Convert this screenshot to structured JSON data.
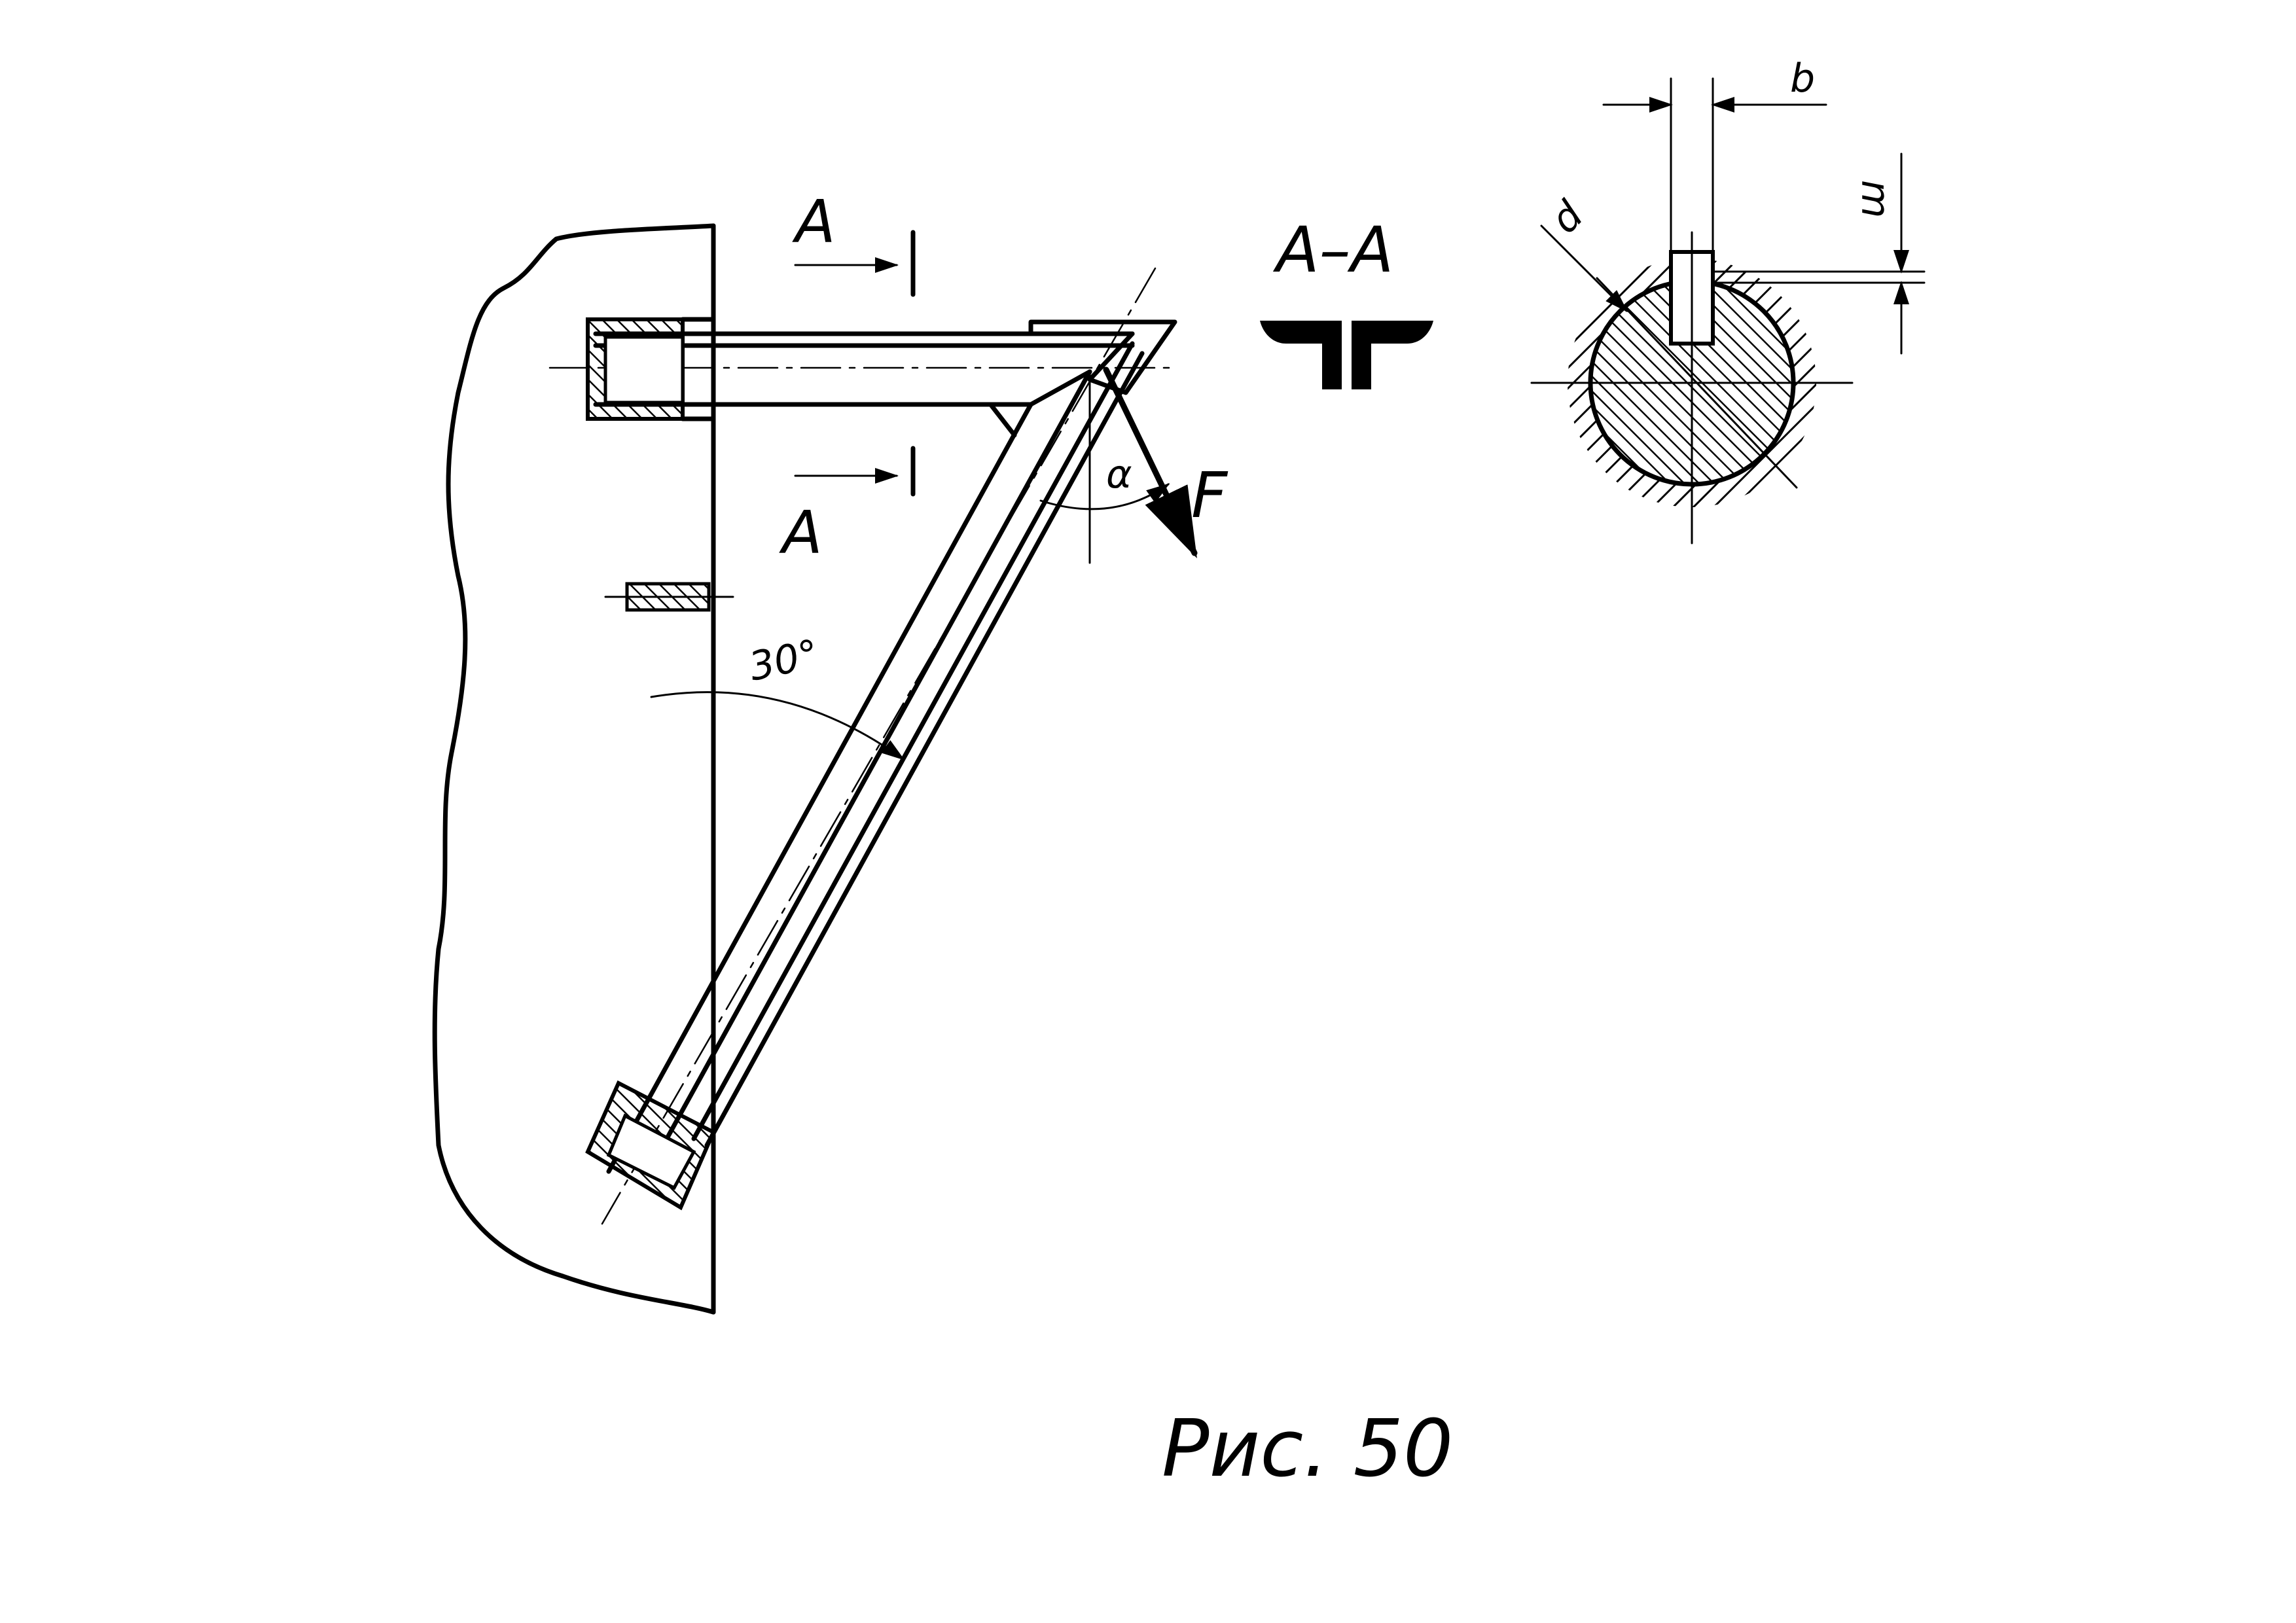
{
  "figure": {
    "caption": "Рис. 50",
    "section_title": "A–A",
    "section_mark_top": "A",
    "section_mark_bottom": "A",
    "force_label": "F",
    "angle_alpha_label": "α",
    "angle_30_label": "30°",
    "dim_b_label": "b",
    "dim_m_label": "m",
    "dim_d_label": "d"
  },
  "colors": {
    "ink": "#000000",
    "paper": "#ffffff"
  }
}
